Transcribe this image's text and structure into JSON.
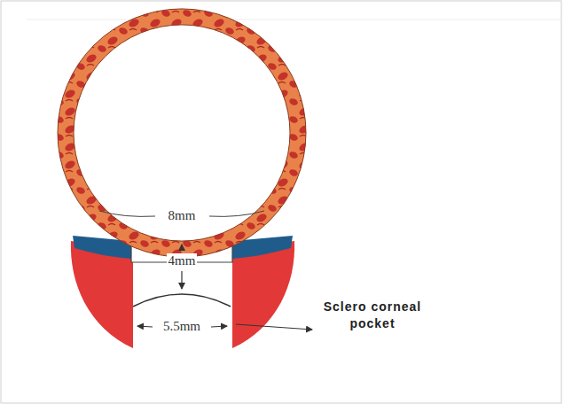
{
  "diagram": {
    "labels": [
      "8mm",
      "4mm",
      "5.5mm",
      "Sclero corneal pocket"
    ]
  }
}
